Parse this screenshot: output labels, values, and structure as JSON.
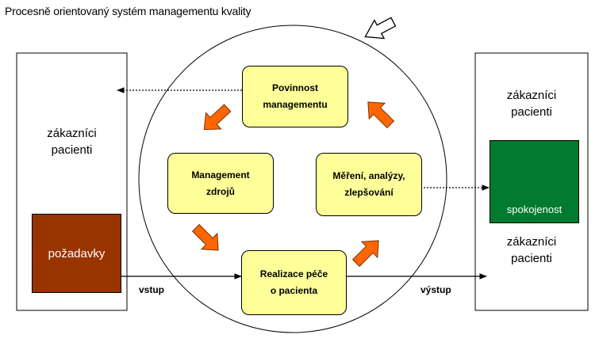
{
  "title": "Procesně orientovaný systém managementu kvality",
  "left_panel": {
    "customers": "zákazníci\npacienti",
    "requirements": "požadavky"
  },
  "right_panel": {
    "customers_top": "zákazníci\npacienti",
    "satisfaction": "spokojenost",
    "customers_bottom": "zákazníci\npacienti"
  },
  "processes": {
    "management_responsibility": "Povinnost\nmanagementu",
    "resource_management": "Management\nzdrojů",
    "measurement": "Měření, analýzy,\nzlepšování",
    "care_delivery": "Realizace péče\no pacienta"
  },
  "flows": {
    "input": "vstup",
    "output": "výstup"
  },
  "colors": {
    "process_fill": "#ffff99",
    "arrow_orange": "#ff6600",
    "requirements_fill": "#993300",
    "satisfaction_fill": "#007a2e",
    "smiley": "#ffff33"
  }
}
